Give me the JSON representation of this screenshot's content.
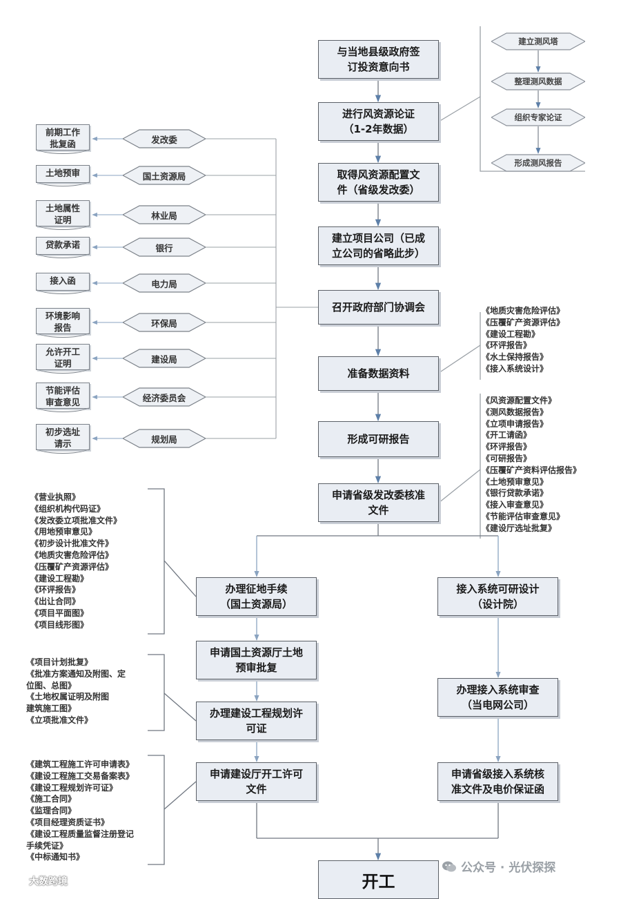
{
  "main_flow": [
    "与当地县级政府签\n订投资意向书",
    "进行风资源论证\n（1-2年数据）",
    "取得风资源配置文\n件（省级发改委）",
    "建立项目公司（已成\n立公司的省略此步）",
    "召开政府部门协调会",
    "准备数据资料",
    "形成可研报告",
    "申请省级发改委核准\n文件"
  ],
  "wind_substeps": [
    "建立测风塔",
    "整理测风数据",
    "组织专家论证",
    "形成测风报告"
  ],
  "departments": [
    {
      "dept": "发改委",
      "doc": "前期工作\n批复函"
    },
    {
      "dept": "国土资源局",
      "doc": "土地预审"
    },
    {
      "dept": "林业局",
      "doc": "土地属性\n证明"
    },
    {
      "dept": "银行",
      "doc": "贷款承诺"
    },
    {
      "dept": "电力局",
      "doc": "接入函"
    },
    {
      "dept": "环保局",
      "doc": "环境影响\n报告"
    },
    {
      "dept": "建设局",
      "doc": "允许开工\n证明"
    },
    {
      "dept": "经济委员会",
      "doc": "节能评估\n审查意见"
    },
    {
      "dept": "规划局",
      "doc": "初步选址\n请示"
    }
  ],
  "data_prep_list": [
    "《地质灾害危险评估》",
    "《压覆矿产资源评估》",
    "《建设工程勘》",
    "《环评报告》",
    "《水土保持报告》",
    "《接入系统设计》"
  ],
  "approval_list": [
    "《风资源配置文件》",
    "《测风数据报告》",
    "《立项申请报告》",
    "《开工请函》",
    "《环评报告》",
    "《可研报告》",
    "《压覆矿产资料评估报告》",
    "《土地预审意见》",
    "《银行贷款承诺》",
    "《接入审查意见》",
    "《节能评估审查意见》",
    "《建设厅选址批复》"
  ],
  "left_branch": [
    "办理征地手续\n（国土资源局）",
    "申请国土资源厅土地\n预审批复",
    "办理建设工程规划许\n可证",
    "申请建设厅开工许可\n文件"
  ],
  "right_branch": [
    "接入系统可研设计\n（设计院）",
    "办理接入系统审查\n（当电网公司）",
    "申请省级接入系统核\n准文件及电价保证函"
  ],
  "land_docs": [
    "《营业执照》",
    "《组织机构代码证》",
    "《发改委立项批准文件》",
    "《用地预审意见》",
    "《初步设计批准文件》",
    "《地质灾害危险评估》",
    "《压覆矿产资源评估》",
    "《建设工程勘》",
    "《环评报告》",
    "《出让合同》",
    "《项目平面图》",
    "《项目线形图》"
  ],
  "planning_docs": [
    "《项目计划批复》",
    "《批准方案通知及附图、定",
    "位图、总图》",
    "《土地权属证明及附图",
    "建筑施工图》",
    "《立项批准文件》"
  ],
  "permit_docs": [
    "《建筑工程施工许可申请表》",
    "《建设工程施工交易备案表》",
    "《建设工程规划许可证》",
    "《施工合同》",
    "《监理合同》",
    "《项目经理资质证书》",
    "《建设工程质量监督注册登记",
    "手续凭证》",
    "《中标通知书》"
  ],
  "final_step": "开工",
  "watermark_right": "公众号 · 光伏探探",
  "watermark_left": "大数跨境"
}
